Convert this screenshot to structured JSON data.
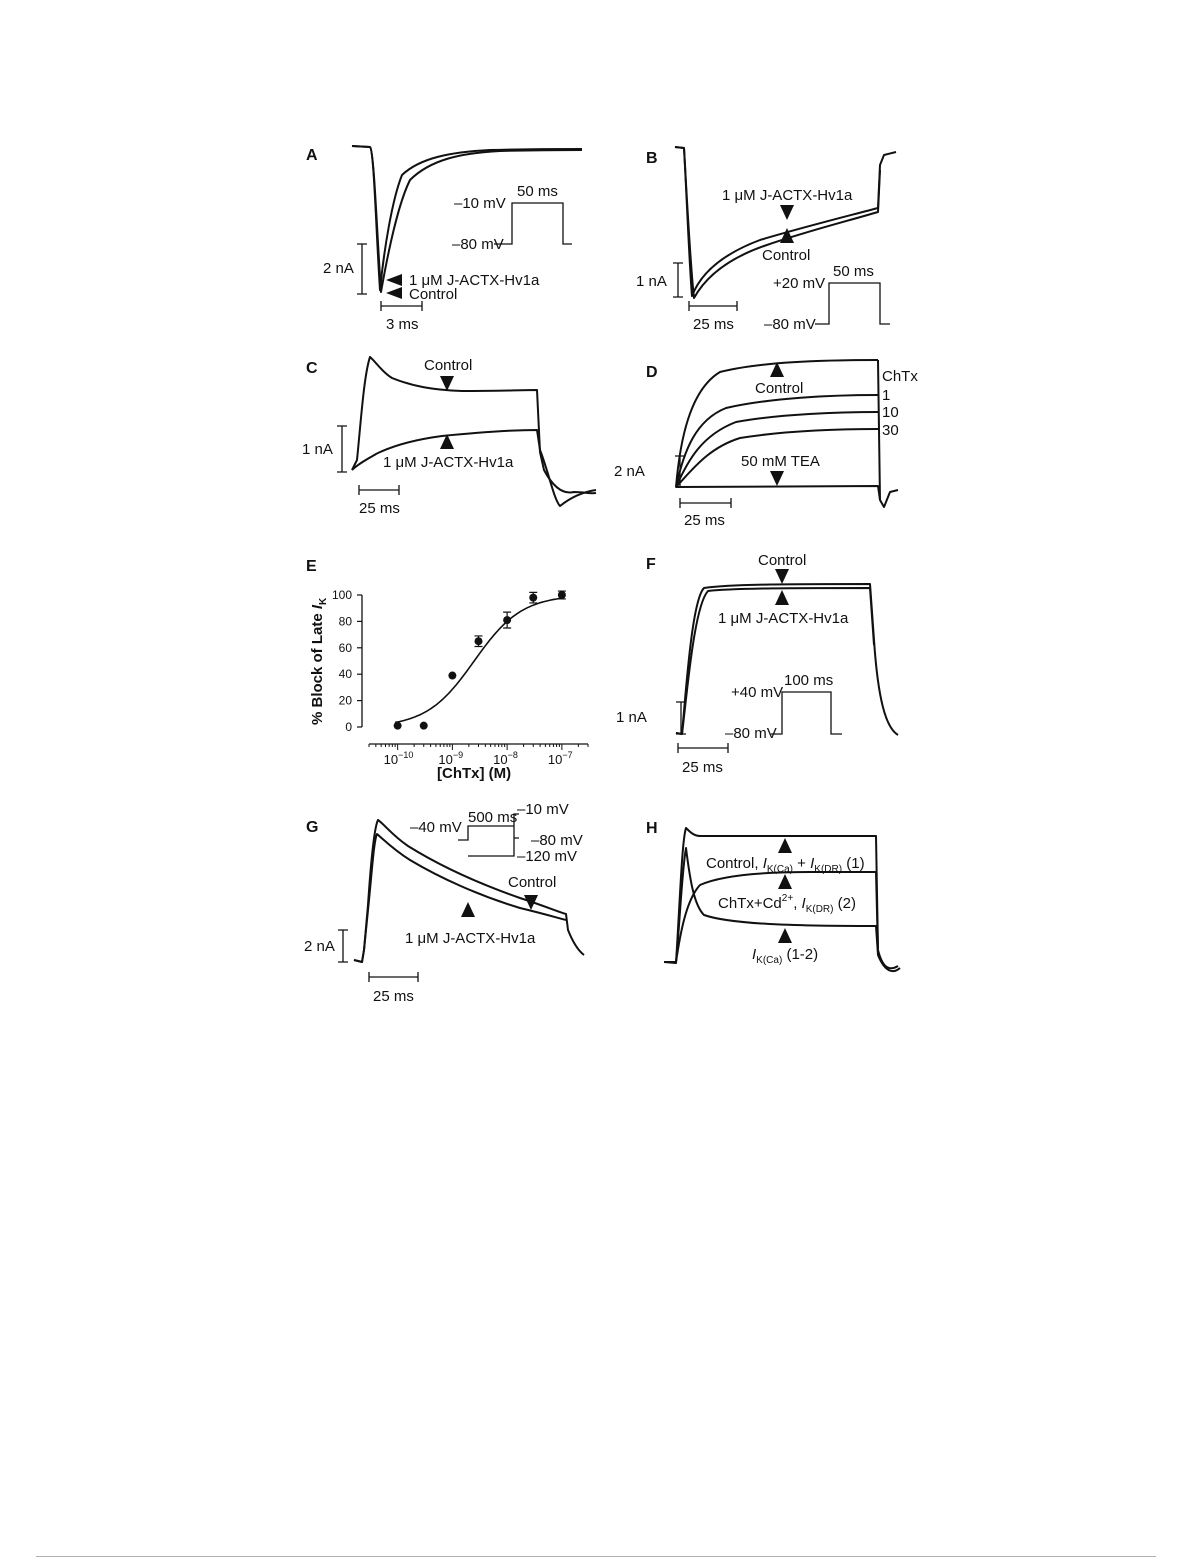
{
  "panels": {
    "A": {
      "label": "A",
      "drug": "1 μM J-ACTX-Hv1a",
      "control": "Control",
      "scale_current": "2 nA",
      "scale_time": "3 ms",
      "protocol": {
        "hold": "–80 mV",
        "step": "–10 mV",
        "duration": "50 ms"
      }
    },
    "B": {
      "label": "B",
      "drug": "1 μM J-ACTX-Hv1a",
      "control": "Control",
      "scale_current": "1 nA",
      "scale_time": "25 ms",
      "protocol": {
        "hold": "–80 mV",
        "step": "+20 mV",
        "duration": "50 ms"
      }
    },
    "C": {
      "label": "C",
      "control": "Control",
      "drug": "1 μM J-ACTX-Hv1a",
      "scale_current": "1 nA",
      "scale_time": "25 ms"
    },
    "D": {
      "label": "D",
      "control": "Control",
      "chtx_label": "ChTx",
      "conc": [
        "1",
        "10",
        "30"
      ],
      "tea": "50 mM TEA",
      "scale_current": "2 nA",
      "scale_time": "25 ms"
    },
    "E": {
      "label": "E",
      "ylabel_prefix": "% Block of Late ",
      "ylabel_italic": "I",
      "ylabel_sub": "K",
      "xlabel": "[ChTx] (M)"
    },
    "F": {
      "label": "F",
      "control": "Control",
      "drug": "1 μM J-ACTX-Hv1a",
      "scale_current": "1 nA",
      "scale_time": "25 ms",
      "protocol": {
        "hold": "–80 mV",
        "step": "+40 mV",
        "duration": "100 ms"
      }
    },
    "G": {
      "label": "G",
      "control": "Control",
      "drug": "1 μM J-ACTX-Hv1a",
      "scale_current": "2 nA",
      "scale_time": "25 ms",
      "protocol": {
        "hold": "–40 mV",
        "duration": "500 ms",
        "pre": "–120 mV",
        "step": "–10 mV",
        "post": "–80 mV"
      }
    },
    "H": {
      "label": "H",
      "line1_pre": "Control, ",
      "line1_a": "I",
      "line1_a_sub": "K(Ca)",
      "line1_plus": " + ",
      "line1_b": "I",
      "line1_b_sub": "K(DR)",
      "line1_post": " (1)",
      "line2_pre": "ChTx+Cd",
      "line2_sup": "2+",
      "line2_mid": ", ",
      "line2_i": "I",
      "line2_sub": "K(DR)",
      "line2_post": " (2)",
      "line3_i": "I",
      "line3_sub": "K(Ca)",
      "line3_post": " (1-2)"
    }
  },
  "chart_data": {
    "type": "scatter",
    "xscale": "log",
    "xlabel": "[ChTx] (M)",
    "ylabel": "% Block of Late IK",
    "x_ticks": [
      "10−10",
      "10−9",
      "10−8",
      "10−7"
    ],
    "y_ticks": [
      0,
      20,
      40,
      60,
      80,
      100
    ],
    "ylim": [
      0,
      100
    ],
    "xlim": [
      3e-11,
      3e-07
    ],
    "points": [
      {
        "x": 1e-10,
        "y": 1,
        "err": 0
      },
      {
        "x": 3e-10,
        "y": 1,
        "err": 0
      },
      {
        "x": 1e-09,
        "y": 39,
        "err": 0
      },
      {
        "x": 3e-09,
        "y": 65,
        "err": 4
      },
      {
        "x": 1e-08,
        "y": 81,
        "err": 6
      },
      {
        "x": 3e-08,
        "y": 98,
        "err": 4
      },
      {
        "x": 1e-07,
        "y": 100,
        "err": 3
      }
    ],
    "fit": {
      "ic50": 2.5e-09,
      "hill": 1.0,
      "max": 100
    }
  }
}
